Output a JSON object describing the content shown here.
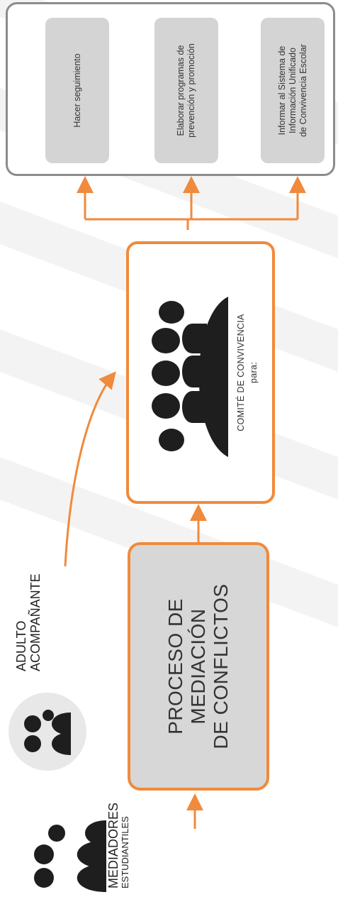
{
  "diagram": {
    "mediators": {
      "title": "MEDIADORES",
      "subtitle": "ESTUDIANTILES"
    },
    "adult": {
      "label_line1": "ADULTO",
      "label_line2": "ACOMPAÑANTE"
    },
    "process": {
      "line1": "PROCESO DE",
      "line2": "MEDIACIÓN",
      "line3": "DE CONFLICTOS"
    },
    "committee": {
      "title": "COMITÉ DE CONVIVENCIA",
      "subtitle": "para:"
    },
    "actions": [
      {
        "line1": "Hacer seguimiento",
        "line2": "",
        "line3": ""
      },
      {
        "line1": "Elaborar programas de",
        "line2": "prevención y promoción",
        "line3": ""
      },
      {
        "line1": "Informar al Sistema de",
        "line2": "Información Unificado",
        "line3": "de Convivencia Escolar"
      }
    ]
  },
  "colors": {
    "accent": "#f08a3c",
    "box_fill": "#d7d7d7",
    "icon": "#1e1e1e"
  },
  "icons": {
    "mediators": "group-people-icon",
    "adult": "group-people-icon",
    "committee": "group-people-icon"
  }
}
